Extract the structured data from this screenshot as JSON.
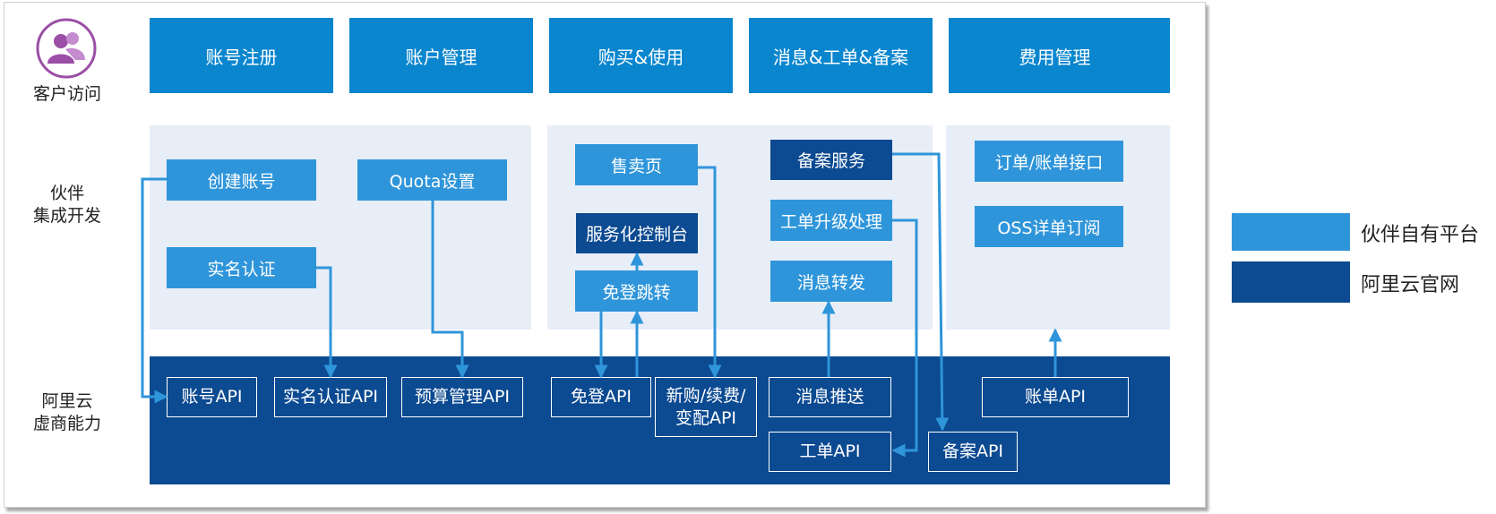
{
  "colors": {
    "stage_blue": "#0a86cf",
    "partner_light_blue": "#2f95da",
    "aliyun_dark_blue": "#0c4a91",
    "panel_bg": "#e8eef8",
    "avatar_purple": "#9b4fa6"
  },
  "rows": {
    "customer_access": "客户访问",
    "partner_dev_line1": "伙伴",
    "partner_dev_line2": "集成开发",
    "aliyun_line1": "阿里云",
    "aliyun_line2": "虚商能力"
  },
  "avatar_icon": "user-group-icon",
  "stages": [
    "账号注册",
    "账户管理",
    "购买&使用",
    "消息&工单&备案",
    "费用管理"
  ],
  "partner_boxes": {
    "create_account": "创建账号",
    "real_name": "实名认证",
    "quota": "Quota设置",
    "sales_page": "售卖页",
    "service_console": "服务化控制台",
    "sso_jump": "免登跳转",
    "icp_service": "备案服务",
    "ticket_escalation": "工单升级处理",
    "message_forward": "消息转发",
    "order_bill_api": "订单/账单接口",
    "oss_subscription": "OSS详单订阅"
  },
  "apis": {
    "account_api": "账号API",
    "real_name_api": "实名认证API",
    "budget_api": "预算管理API",
    "sso_api": "免登API",
    "purchase_line1": "新购/续费/",
    "purchase_line2": "变配API",
    "message_push": "消息推送",
    "ticket_api": "工单API",
    "icp_api": "备案API",
    "bill_api": "账单API"
  },
  "legend": {
    "partner_platform": "伙伴自有平台",
    "aliyun_official": "阿里云官网"
  }
}
